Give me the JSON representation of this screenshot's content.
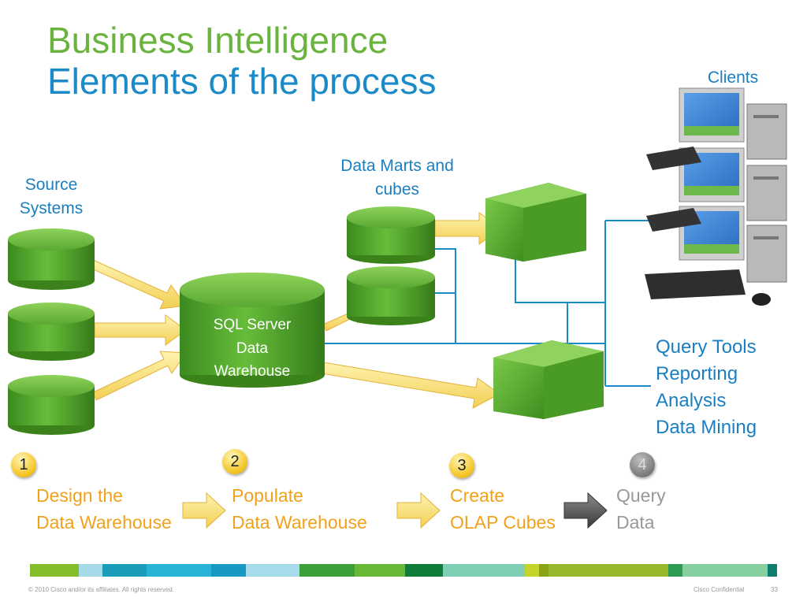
{
  "title": {
    "line1": "Business Intelligence",
    "line2": "Elements of the process"
  },
  "labels": {
    "source": "Source Systems",
    "marts": "Data Marts and cubes",
    "clients": "Clients",
    "warehouse": [
      "SQL Server",
      "Data",
      "Warehouse"
    ]
  },
  "tools": [
    "Query Tools",
    "Reporting",
    "Analysis",
    "Data Mining"
  ],
  "steps": [
    {
      "number": "1",
      "line1": "Design the",
      "line2": "Data Warehouse"
    },
    {
      "number": "2",
      "line1": "Populate",
      "line2": "Data Warehouse"
    },
    {
      "number": "3",
      "line1": "Create",
      "line2": "OLAP Cubes"
    },
    {
      "number": "4",
      "line1": "Query",
      "line2": "Data"
    }
  ],
  "footer": {
    "copyright": "© 2010 Cisco and/or its affiliates. All rights reserved.",
    "confidential": "Cisco Confidential",
    "page": "33"
  },
  "colors": {
    "title_green": "#6ab33e",
    "title_blue": "#1b8ac8",
    "label_blue": "#1a7fc1",
    "step_orange": "#f0a21c",
    "step_gray": "#999999",
    "db_green": "#4d9f2a",
    "arrow_yellow": "#f6e27a"
  }
}
